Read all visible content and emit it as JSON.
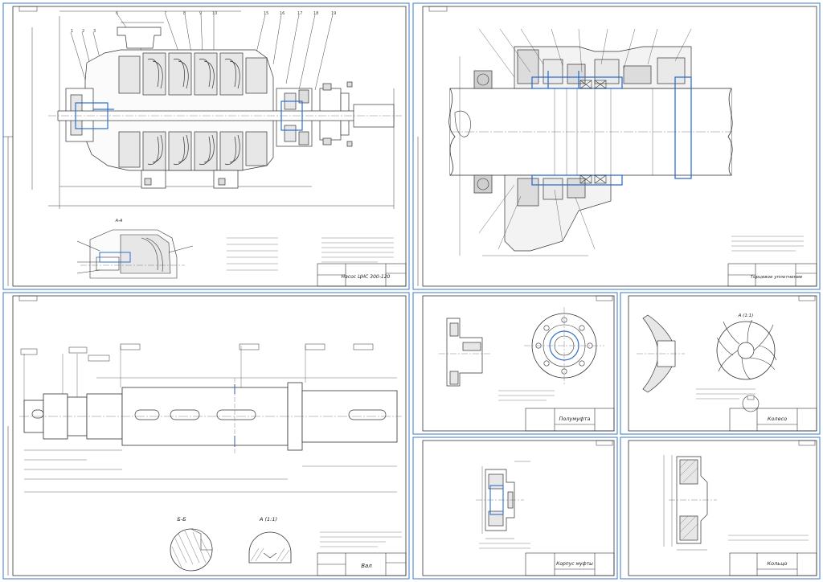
{
  "sheets": {
    "pump": {
      "title": "Насос ЦНС 300-120",
      "section_label": "А-А"
    },
    "seal": {
      "title": "Торцевое уплотнение"
    },
    "shaft": {
      "title": "Вал",
      "section_label": "Б-Б",
      "detail_label": "А (1:1)"
    },
    "coupling": {
      "title": "Полумуфта"
    },
    "wheel": {
      "title": "Колесо",
      "detail_label": "А (1:1)"
    },
    "housing": {
      "title": "Корпус муфты"
    },
    "ring": {
      "title": "Кольцо"
    }
  }
}
